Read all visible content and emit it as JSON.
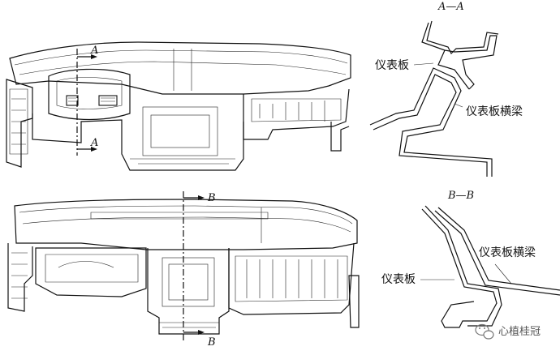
{
  "top_view": {
    "section_mark": "A",
    "cut_top_label": "A",
    "cut_bottom_label": "A"
  },
  "top_section": {
    "title": "A—A",
    "label_panel": "仪表板",
    "label_beam": "仪表板横梁"
  },
  "bottom_view": {
    "cut_top_label": "B",
    "cut_bottom_label": "B"
  },
  "bottom_section": {
    "title": "B—B",
    "label_panel": "仪表板",
    "label_beam": "仪表板横梁"
  },
  "watermark": {
    "text": "心植桂冠",
    "icon": "wechat-icon"
  }
}
